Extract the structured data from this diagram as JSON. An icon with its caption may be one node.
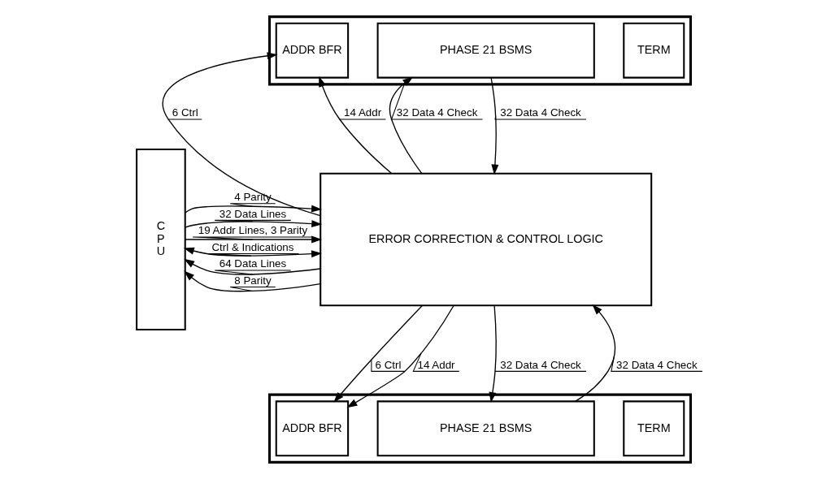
{
  "diagram": {
    "nodes": [
      {
        "text": [
          "C P U"
        ]
      },
      {
        "text": [
          "ERROR CORRECTION & CONTROL LOGIC"
        ]
      },
      {
        "text": [],
        "shape": "box"
      },
      {
        "text": [
          "ADDR BFR"
        ],
        "in": 2
      },
      {
        "text": [
          "PHASE 21 BSMS"
        ],
        "in": 2
      },
      {
        "text": [
          "TERM"
        ],
        "in": 2
      },
      {
        "text": [],
        "shape": "box"
      },
      {
        "text": [
          "ADDR BFR"
        ],
        "in": 6
      },
      {
        "text": [
          "PHASE 21 BSMS"
        ],
        "in": 6
      },
      {
        "text": [
          "TERM"
        ],
        "in": 6
      }
    ],
    "edges": [
      {
        "from": 0,
        "to": 1,
        "arrow": "to",
        "label": "19 Addr Lines, 3 Parity"
      },
      {
        "from": 0,
        "to": 1,
        "arrow": "to",
        "label": "32 Data Lines"
      },
      {
        "from": 0,
        "to": 1,
        "arrow": "to",
        "label": "4 Parity"
      },
      {
        "from": 1,
        "to": 0,
        "arrow": "to",
        "label": "64 Data Lines"
      },
      {
        "from": 1,
        "to": 0,
        "arrow": "to",
        "label": "8 Parity"
      },
      {
        "from": 0,
        "to": 1,
        "arrow": "both",
        "label": "Ctrl & Indications"
      },
      {
        "from": 1,
        "to": 3,
        "arrow": "to",
        "label": "6 Ctrl"
      },
      {
        "from": 1,
        "to": 3,
        "arrow": "to",
        "label": "14 Addr"
      },
      {
        "from": 1,
        "to": 4,
        "arrow": "to",
        "label": "32 Data 4 Check"
      },
      {
        "from": 4,
        "to": 1,
        "arrow": "to",
        "label": "32 Data 4 Check"
      },
      {
        "from": 1,
        "to": 7,
        "arrow": "to",
        "label": "6 Ctrl"
      },
      {
        "from": 1,
        "to": 7,
        "arrow": "to",
        "label": "14 Addr"
      },
      {
        "from": 8,
        "to": 1,
        "arrow": "to",
        "label": "32 Data 4 Check"
      },
      {
        "from": 1,
        "to": 8,
        "arrow": "to",
        "label": "32 Data 4 Check"
      }
    ]
  }
}
